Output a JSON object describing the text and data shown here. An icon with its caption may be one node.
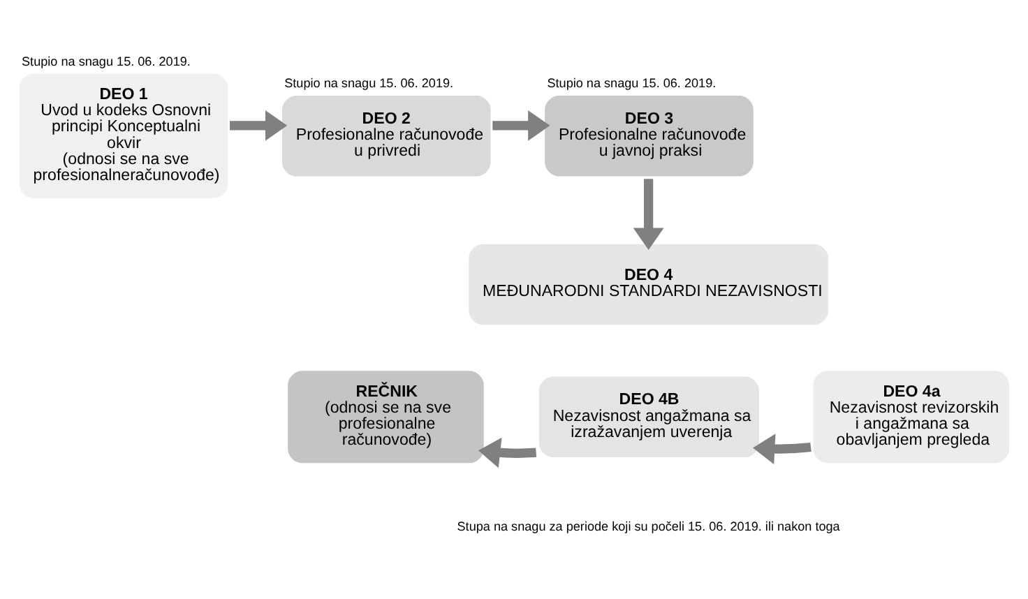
{
  "diagram": {
    "nodes": [
      {
        "text": [
          "DEO 1",
          "Uvod u kodeks Osnovni principi Konceptualni okvir",
          "(odnosi se na sve profesionalneračunovođe)"
        ],
        "beside": [
          "Stupio na snagu 15. 06. 2019."
        ]
      },
      {
        "text": [
          "DEO 2",
          "Profesionalne računovođe u privredi"
        ],
        "beside": [
          "Stupio na snagu 15. 06. 2019."
        ]
      },
      {
        "text": [
          "DEO 3",
          "Profesionalne računovođe u javnoj praksi"
        ],
        "beside": [
          "Stupio na snagu 15. 06. 2019."
        ]
      },
      {
        "text": [
          "DEO 4",
          "MEĐUNARODNI STANDARDI NEZAVISNOSTI"
        ]
      },
      {
        "text": [
          "DEO 4a",
          "Nezavisnost revizorskih i angažmana sa obavljanjem pregleda"
        ]
      },
      {
        "text": [
          "DEO 4B",
          "Nezavisnost angažmana sa izražavanjem uverenja"
        ]
      },
      {
        "text": [
          "REČNIK",
          "(odnosi se na sve profesionalne računovođe)"
        ]
      }
    ],
    "edges": [
      {
        "from": 0,
        "to": 1,
        "arrow": "to"
      },
      {
        "from": 1,
        "to": 2,
        "arrow": "to"
      },
      {
        "from": 2,
        "to": 3,
        "arrow": "to"
      },
      {
        "from": 4,
        "to": 5,
        "arrow": "to"
      },
      {
        "from": 5,
        "to": 6,
        "arrow": "to"
      }
    ],
    "labels": [
      "Stupa na snagu za periode koji su počeli 15. 06. 2019. ili nakon toga"
    ]
  }
}
